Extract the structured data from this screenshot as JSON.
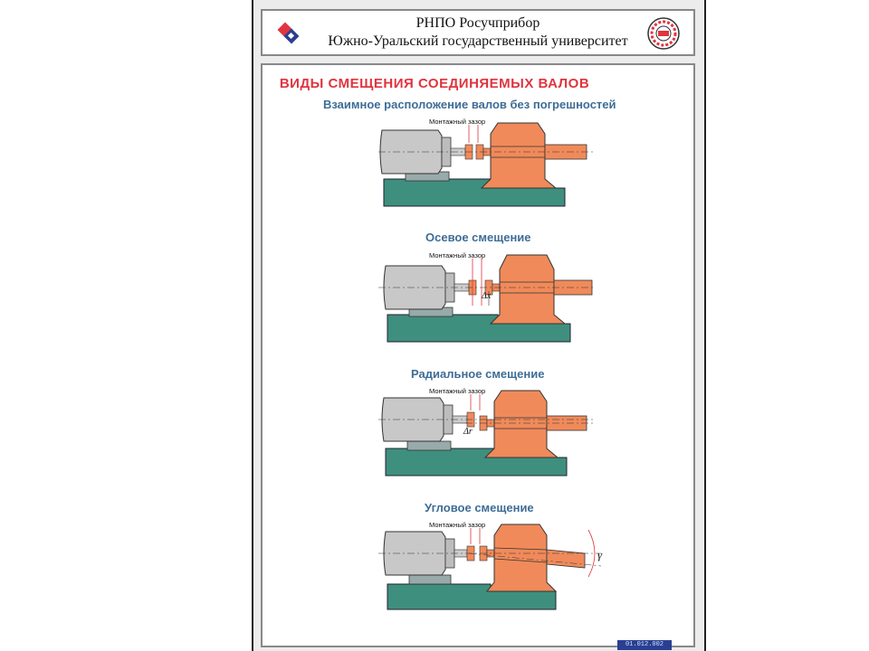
{
  "header": {
    "line1": "РНПО Росучприбор",
    "line2": "Южно-Уральский государственный университет"
  },
  "title": "ВИДЫ СМЕЩЕНИЯ СОЕДИНЯЕМЫХ ВАЛОВ",
  "sections": [
    {
      "title": "Взаимное расположение валов без погрешностей",
      "gap_label": "Монтажный зазор"
    },
    {
      "title": "Осевое смещение",
      "gap_label": "Монтажный зазор",
      "symbol": "Δx"
    },
    {
      "title": "Радиальное смещение",
      "gap_label": "Монтажный зазор",
      "symbol": "Δr"
    },
    {
      "title": "Угловое смещение",
      "gap_label": "Монтажный зазор",
      "symbol": "γ"
    }
  ],
  "footer_code": "01.012.002",
  "colors": {
    "title": "#e0343f",
    "section": "#3e6d96",
    "base": "#3f8f7e",
    "gearbox": "#f08a5a",
    "motor": "#c8c8c8"
  }
}
